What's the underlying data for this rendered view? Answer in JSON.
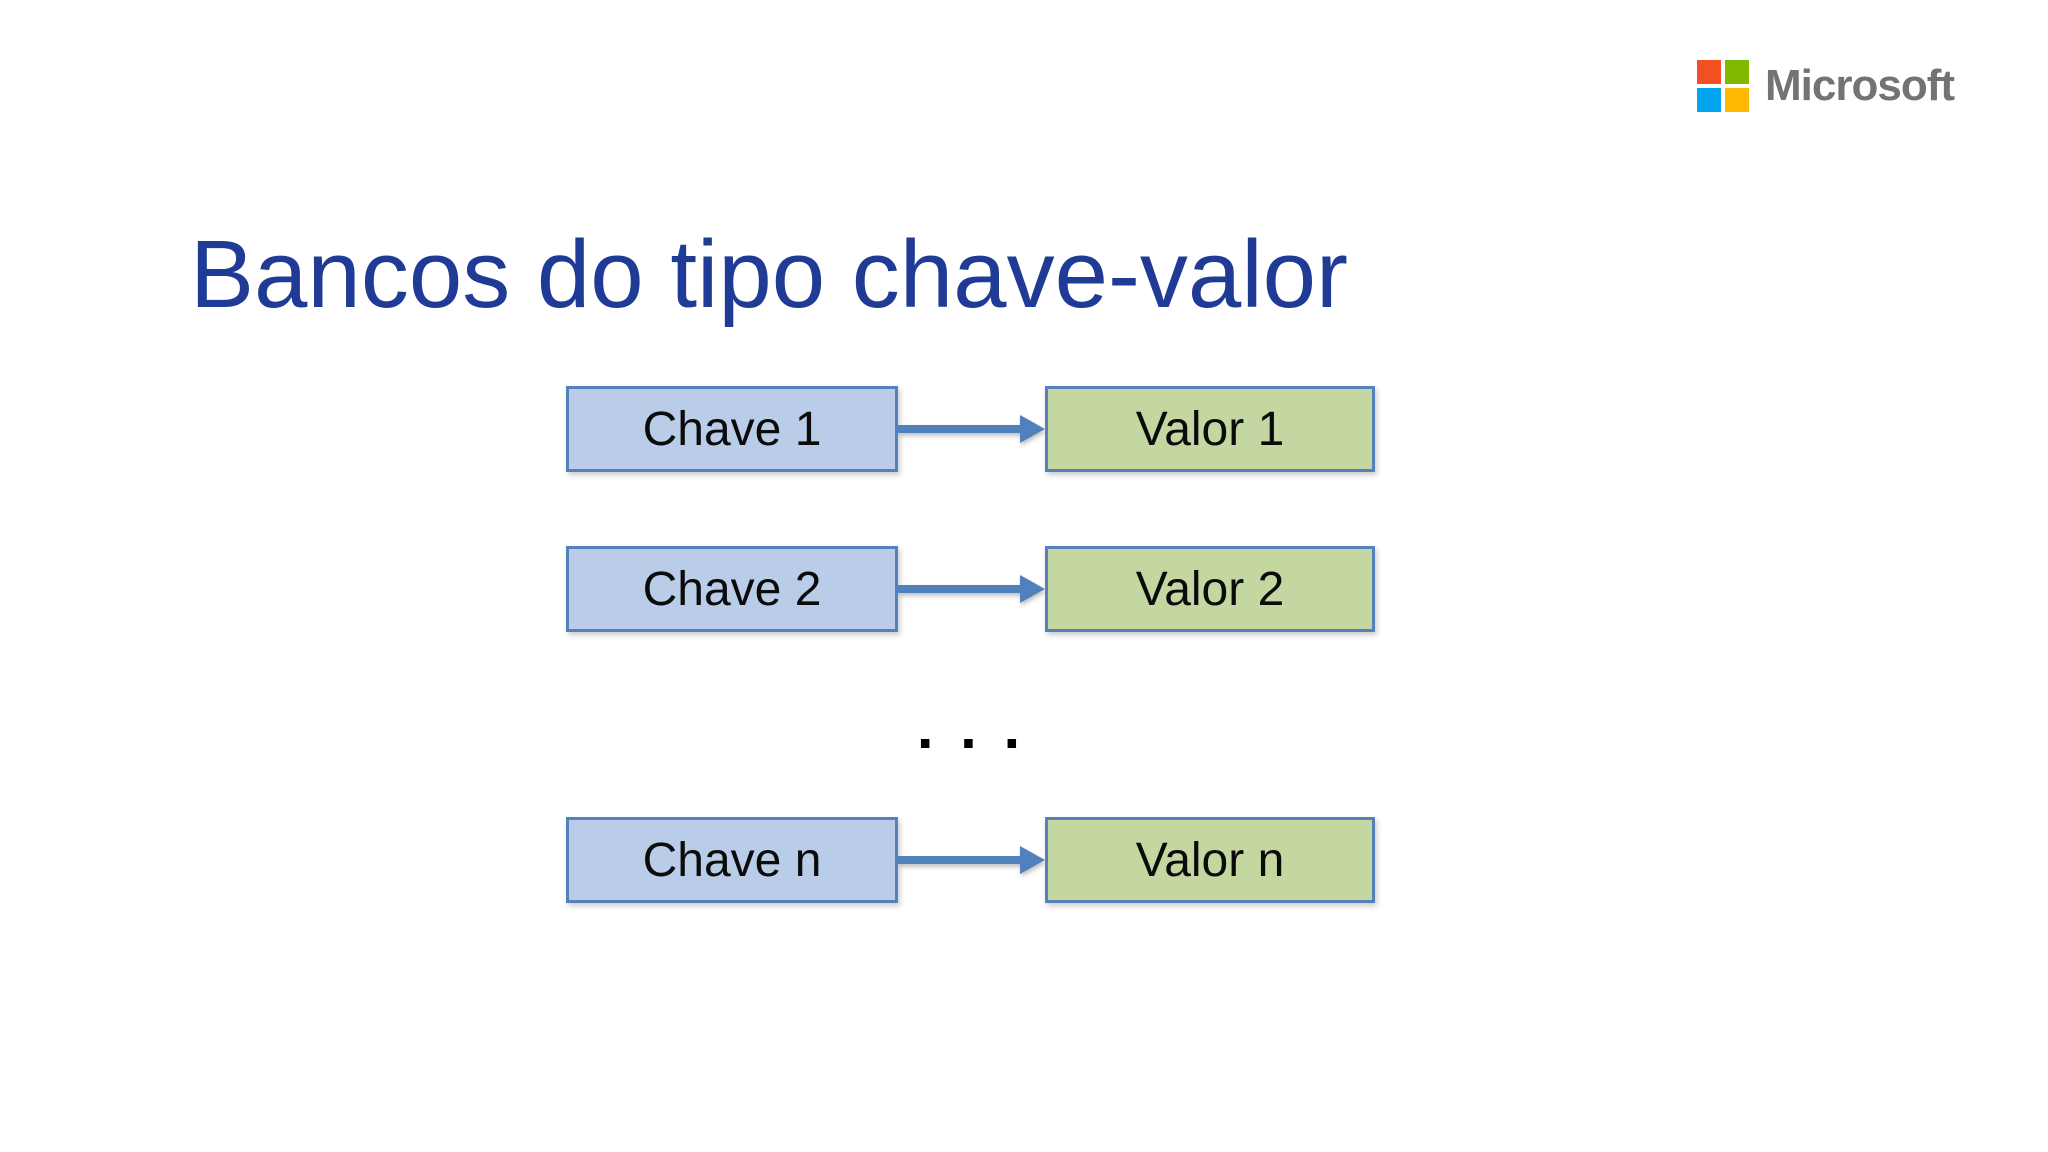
{
  "slide": {
    "title": "Bancos do tipo chave-valor",
    "title_color": "#1f3b96",
    "background": "#ffffff"
  },
  "logo": {
    "wordmark": "Microsoft",
    "text_color": "#737373",
    "square_colors": {
      "top_left": "#f25022",
      "top_right": "#7fba00",
      "bottom_left": "#00a4ef",
      "bottom_right": "#ffb900"
    }
  },
  "diagram": {
    "type": "key-value-mapping",
    "ellipsis": ". . .",
    "colors": {
      "key_fill": "#b9cde8",
      "value_fill": "#c5d7a0",
      "box_border": "#5580bb",
      "arrow": "#4f81bd",
      "text": "#0b0b0b"
    },
    "rows": [
      {
        "key": "Chave 1",
        "value": "Valor 1"
      },
      {
        "key": "Chave 2",
        "value": "Valor 2"
      },
      {
        "key": "Chave n",
        "value": "Valor n"
      }
    ]
  }
}
